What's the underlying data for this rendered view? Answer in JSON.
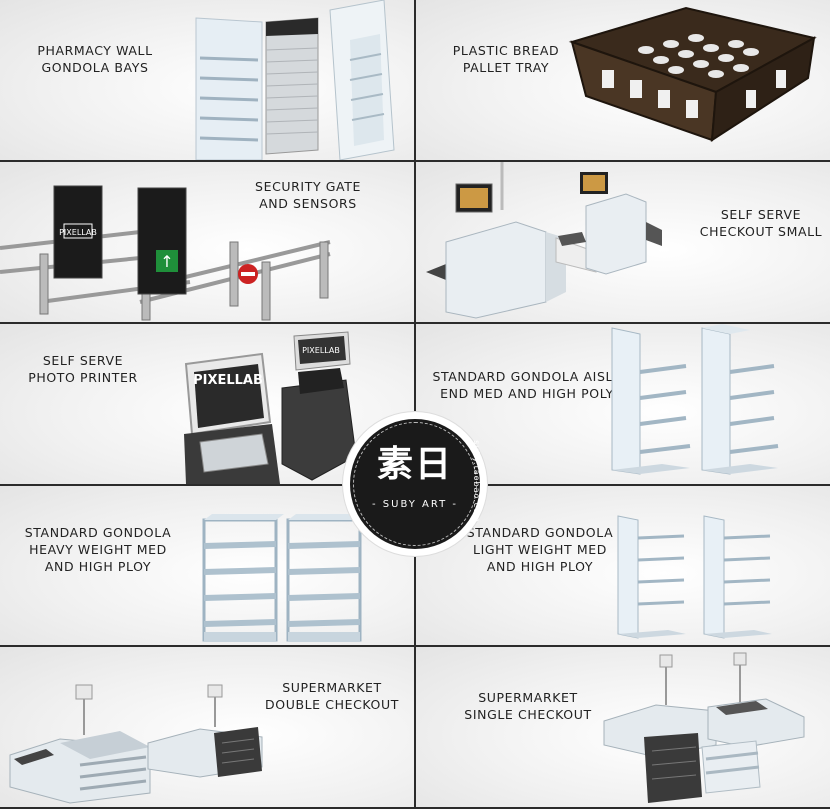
{
  "tiles": [
    {
      "label": "PHARMACY WALL\nGONDOLA BAYS"
    },
    {
      "label": "PLASTIC BREAD\nPALLET TRAY"
    },
    {
      "label": "SECURITY GATE\nAND SENSORS"
    },
    {
      "label": "SELF SERVE\nCHECKOUT SMALL"
    },
    {
      "label": "SELF SERVE\nPHOTO PRINTER"
    },
    {
      "label": "STANDARD GONDOLA AISLE\nEND MED AND HIGH POLY"
    },
    {
      "label": "STANDARD GONDOLA\nHEAVY WEIGHT MED\nAND HIGH PLOY"
    },
    {
      "label": "STANDARD GONDOLA\nLIGHT WEIGHT MED\nAND HIGH PLOY"
    },
    {
      "label": "SUPERMARKET\nDOUBLE CHECKOUT"
    },
    {
      "label": "SUPERMARKET\nSINGLE CHECKOUT"
    }
  ],
  "brand": {
    "screen_text": "PIXELLAB"
  },
  "watermark": {
    "glyph": "素日",
    "name": "- SUBY ART -",
    "url": "suby.taobao.com"
  }
}
